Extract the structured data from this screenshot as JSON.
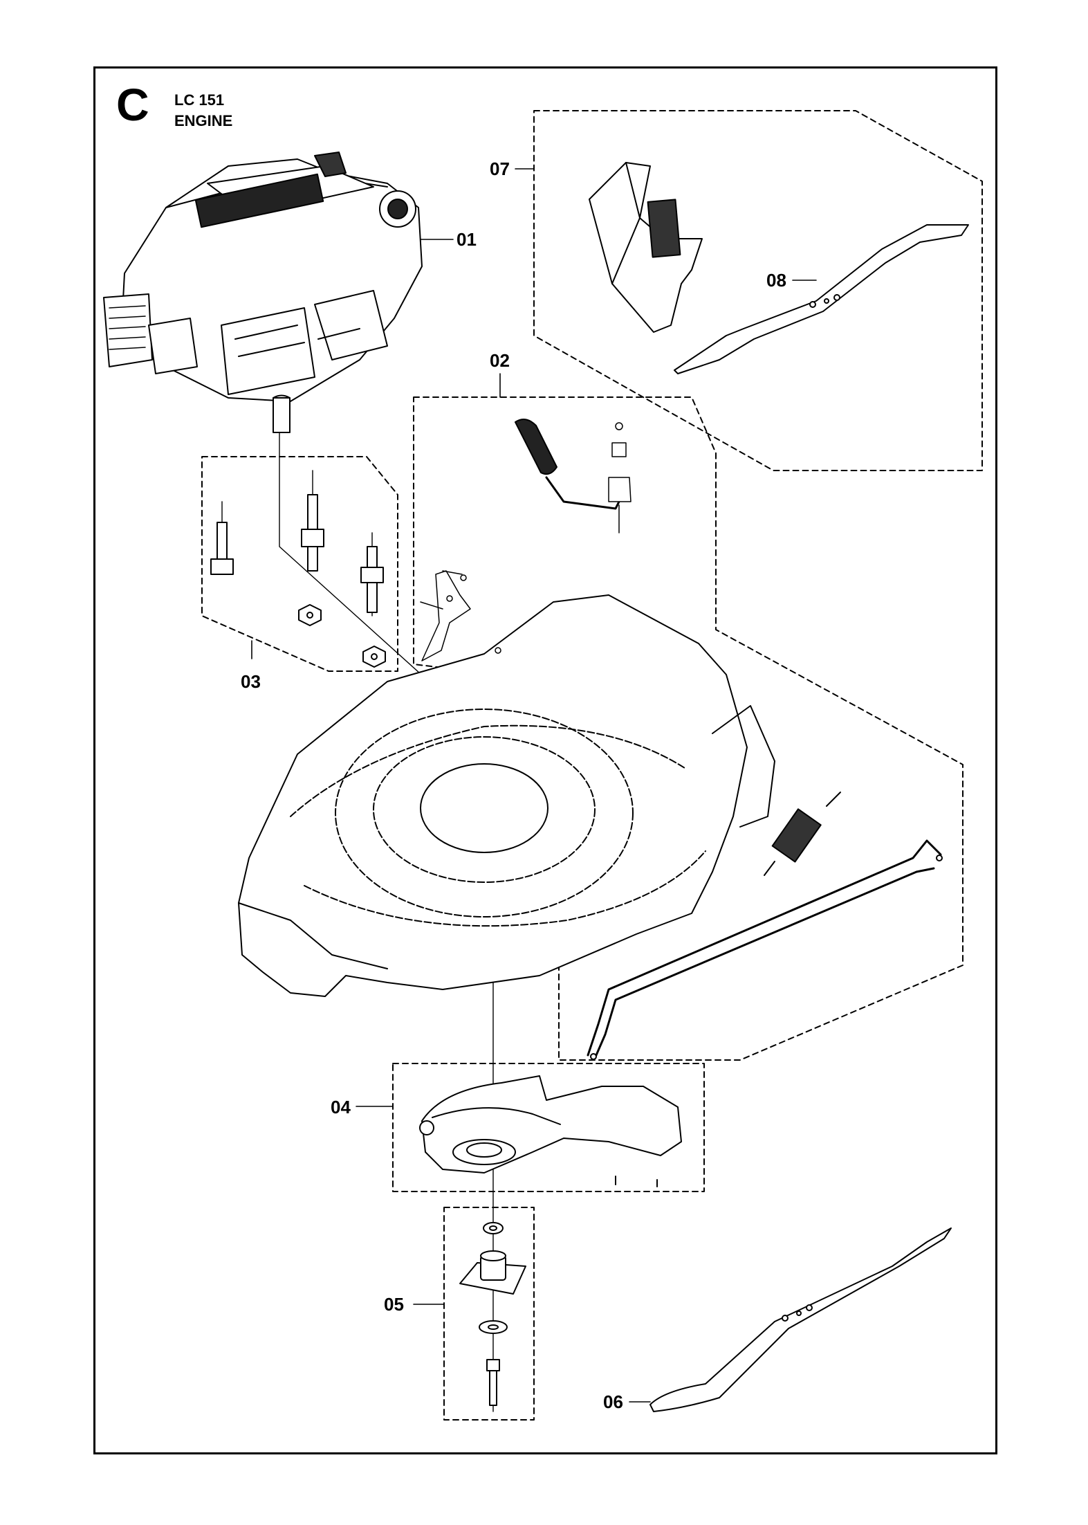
{
  "diagram": {
    "section_letter": "C",
    "model": "LC 151",
    "group": "ENGINE",
    "callouts": [
      {
        "id": "01",
        "label": "01"
      },
      {
        "id": "02",
        "label": "02"
      },
      {
        "id": "03",
        "label": "03"
      },
      {
        "id": "04",
        "label": "04"
      },
      {
        "id": "05",
        "label": "05"
      },
      {
        "id": "06",
        "label": "06"
      },
      {
        "id": "07",
        "label": "07"
      },
      {
        "id": "08",
        "label": "08"
      }
    ]
  }
}
